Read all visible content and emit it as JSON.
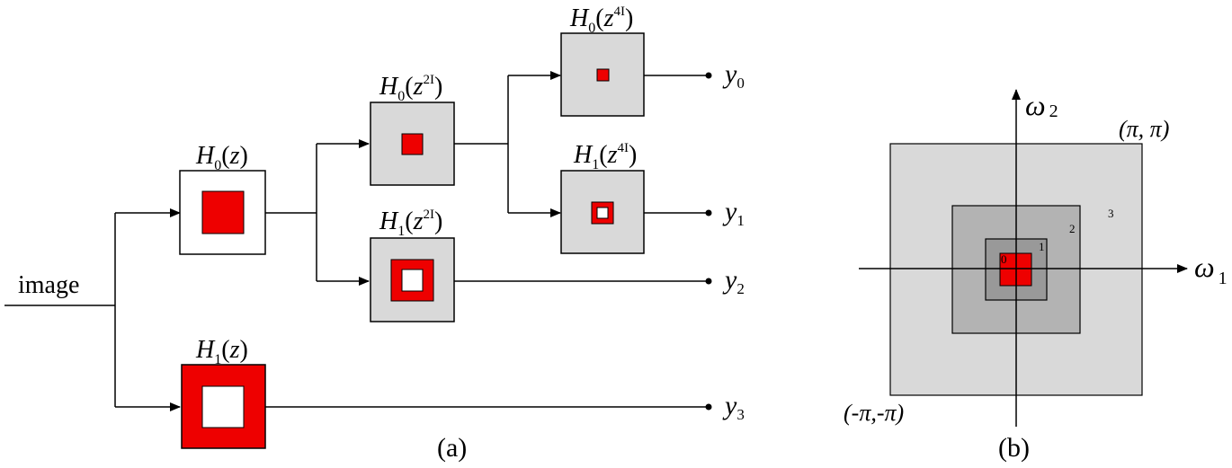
{
  "diagram_a": {
    "input_label": "image",
    "caption": "(a)",
    "filters": {
      "h0_z": {
        "letter": "H",
        "sub": "0",
        "open": "(",
        "var": "z",
        "sup": "",
        "close": ")"
      },
      "h1_z": {
        "letter": "H",
        "sub": "1",
        "open": "(",
        "var": "z",
        "sup": "",
        "close": ")"
      },
      "h0_z2": {
        "letter": "H",
        "sub": "0",
        "open": "(",
        "var": "z",
        "sup": "2I",
        "close": ")"
      },
      "h1_z2": {
        "letter": "H",
        "sub": "1",
        "open": "(",
        "var": "z",
        "sup": "2I",
        "close": ")"
      },
      "h0_z4": {
        "letter": "H",
        "sub": "0",
        "open": "(",
        "var": "z",
        "sup": "4I",
        "close": ")"
      },
      "h1_z4": {
        "letter": "H",
        "sub": "1",
        "open": "(",
        "var": "z",
        "sup": "4I",
        "close": ")"
      }
    },
    "outputs": {
      "y0": {
        "var": "y",
        "sub": "0"
      },
      "y1": {
        "var": "y",
        "sub": "1"
      },
      "y2": {
        "var": "y",
        "sub": "2"
      },
      "y3": {
        "var": "y",
        "sub": "3"
      }
    }
  },
  "diagram_b": {
    "caption": "(b)",
    "axis_x": {
      "var": "ω",
      "sub": "1"
    },
    "axis_y": {
      "var": "ω",
      "sub": "2"
    },
    "corner_top_right": "(π,  π)",
    "corner_bottom_left": "(-π,-π)",
    "band_labels": [
      "0",
      "1",
      "2",
      "3"
    ]
  },
  "colors": {
    "red": "#ee0000",
    "light_gray": "#d9d9d9",
    "mid_gray": "#b3b3b3",
    "dark_gray": "#999999",
    "line": "#000000"
  }
}
